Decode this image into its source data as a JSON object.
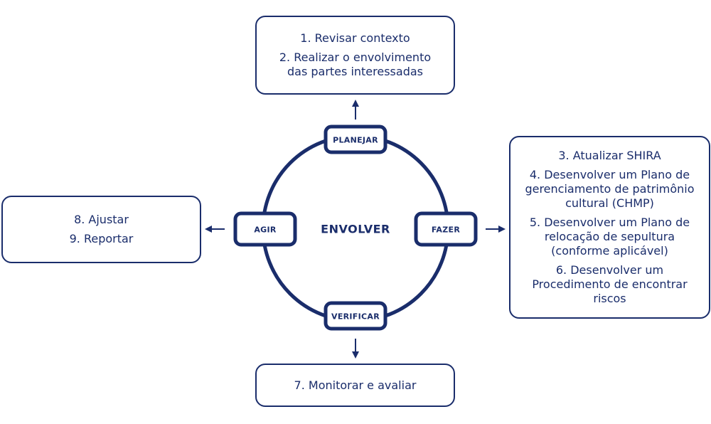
{
  "center_label": "ENVOLVER",
  "stages": {
    "plan": "PLANEJAR",
    "do": "FAZER",
    "check": "VERIFICAR",
    "act": "AGIR"
  },
  "boxes": {
    "top": [
      "1. Revisar contexto",
      "2. Realizar o envolvimento das partes interessadas"
    ],
    "right": [
      "3. Atualizar SHIRA",
      "4. Desenvolver um Plano de gerenciamento de patrimônio cultural (CHMP)",
      "5. Desenvolver um Plano de relocação de sepultura (conforme aplicável)",
      "6. Desenvolver um Procedimento de encontrar riscos"
    ],
    "left": [
      "8. Ajustar",
      "9. Reportar"
    ],
    "bottom": [
      "7. Monitorar e avaliar"
    ]
  },
  "colors": {
    "primary": "#1a2d6b",
    "background": "#ffffff"
  }
}
